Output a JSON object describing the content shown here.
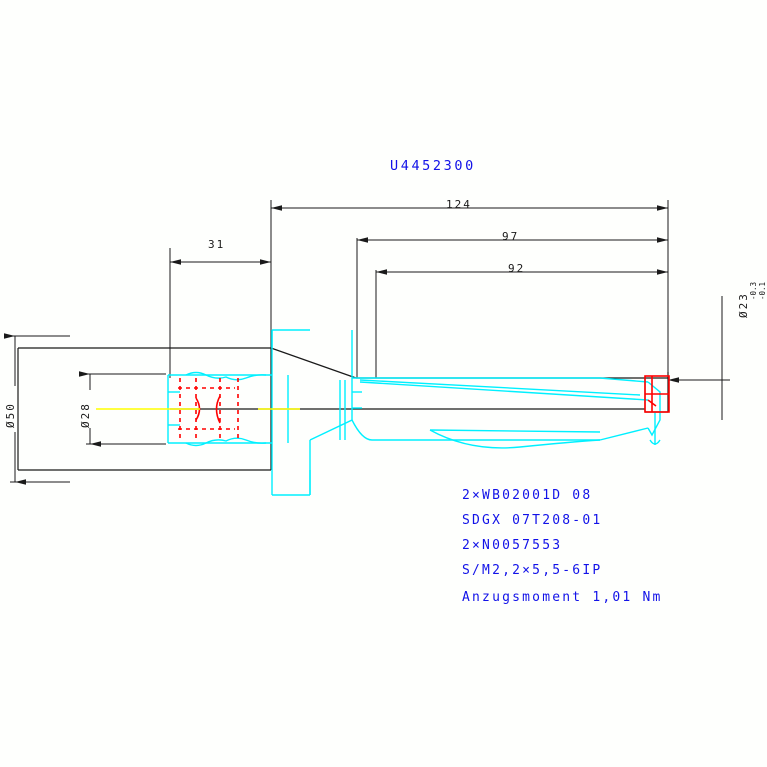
{
  "drawing": {
    "title": "U4452300",
    "background_color": "#fefffd",
    "line_colors": {
      "outline_black": "#1a1a1a",
      "body_cyan": "#00f0ff",
      "hidden_red": "#ff0000",
      "centerline_yellow": "#ffff00",
      "annotation_blue": "#1212e8"
    }
  },
  "dimensions": {
    "overall_length": "124",
    "dim_97": "97",
    "dim_92": "92",
    "shank_length": "31",
    "shank_diameter": "Ø50",
    "bore_diameter": "Ø28",
    "cutting_diameter": "Ø23",
    "cutting_tol_upper": "-0.3",
    "cutting_tol_lower": "-0.1"
  },
  "notes": {
    "lines": [
      "2×WB02001D 08",
      "SDGX 07T208-01",
      "2×N0057553",
      "S/M2,2×5,5-6IP",
      "Anzugsmoment 1,01 Nm"
    ]
  },
  "icons": {
    "arrow": "dimension-arrow-icon",
    "diameter": "diameter-symbol-icon"
  }
}
